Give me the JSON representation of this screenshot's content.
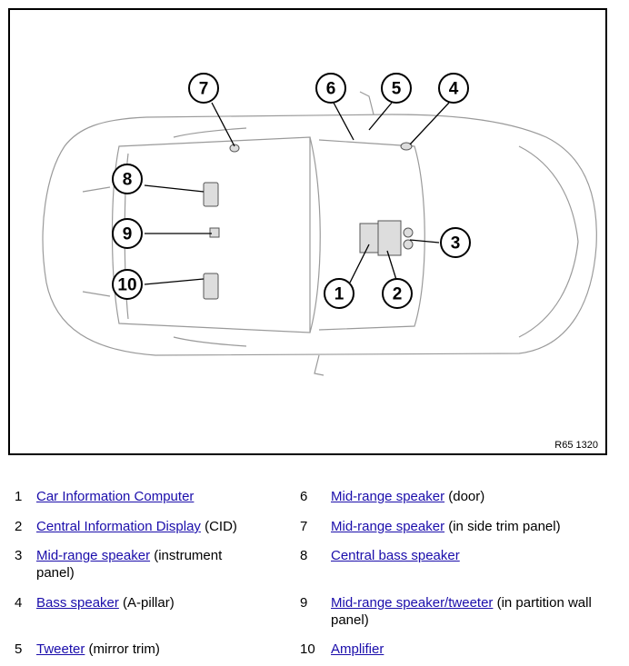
{
  "figure": {
    "code": "R65 1320",
    "callouts": [
      "1",
      "2",
      "3",
      "4",
      "5",
      "6",
      "7",
      "8",
      "9",
      "10"
    ]
  },
  "legend": [
    {
      "num": "1",
      "link": "Car Information Computer",
      "rest": ""
    },
    {
      "num": "2",
      "link": "Central Information Display",
      "rest": " (CID)"
    },
    {
      "num": "3",
      "link": "Mid-range speaker",
      "rest": " (instrument panel)"
    },
    {
      "num": "4",
      "link": "Bass speaker",
      "rest": " (A-pillar)"
    },
    {
      "num": "5",
      "link": "Tweeter",
      "rest": " (mirror trim)"
    },
    {
      "num": "6",
      "link": "Mid-range speaker",
      "rest": " (door)"
    },
    {
      "num": "7",
      "link": "Mid-range speaker",
      "rest": " (in side trim panel)"
    },
    {
      "num": "8",
      "link": "Central bass speaker",
      "rest": ""
    },
    {
      "num": "9",
      "link": "Mid-range speaker/tweeter",
      "rest": " (in partition wall panel)"
    },
    {
      "num": "10",
      "link": "Amplifier",
      "rest": ""
    }
  ],
  "colors": {
    "link": "#1a0dab",
    "line": "#000000",
    "car_outline": "#9a9a9a"
  }
}
